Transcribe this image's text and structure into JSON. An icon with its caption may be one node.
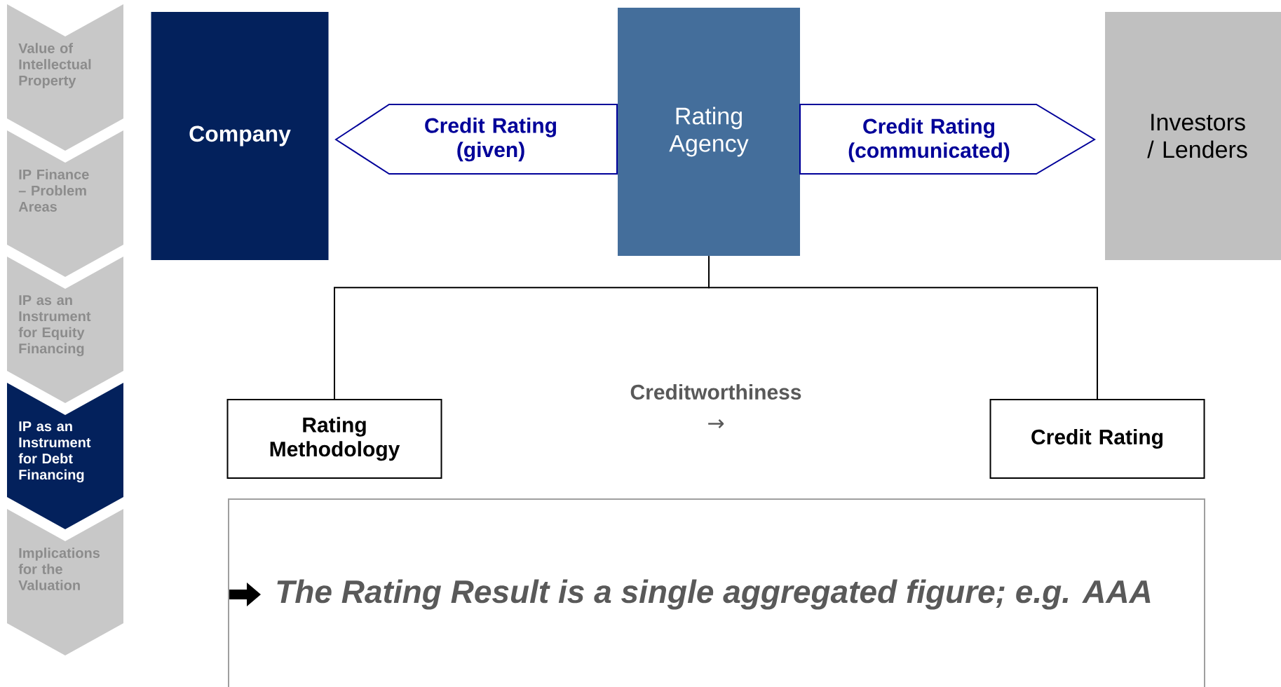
{
  "diagram": {
    "nodes": [
      {
        "text": [
          "Value of Intellectual Property"
        ]
      },
      {
        "text": [
          "IP Finance – Problem Areas"
        ]
      },
      {
        "text": [
          "IP as an Instrument for Equity Financing"
        ]
      },
      {
        "text": [
          "IP as an Instrument for Debt Financing"
        ]
      },
      {
        "text": [
          "Implications for the Valuation"
        ]
      },
      {
        "text": [
          "Company"
        ]
      },
      {
        "text": [
          "Credit Rating (given)"
        ]
      },
      {
        "text": [
          "Rating Agency"
        ]
      },
      {
        "text": [
          "Credit Rating (communicated)"
        ]
      },
      {
        "text": [
          "Investors / Lenders"
        ]
      },
      {
        "text": [
          "Rating Methodology"
        ]
      },
      {
        "text": [
          "Credit Rating"
        ]
      },
      {
        "text": [
          "The Rating Result is a single aggregated figure; e.g. AAA"
        ]
      }
    ],
    "edges": [
      {
        "from": 7,
        "to": 10,
        "arrow": "none"
      },
      {
        "from": 7,
        "to": 11,
        "arrow": "none"
      }
    ],
    "labels": [
      "Creditworthiness",
      "→"
    ]
  }
}
